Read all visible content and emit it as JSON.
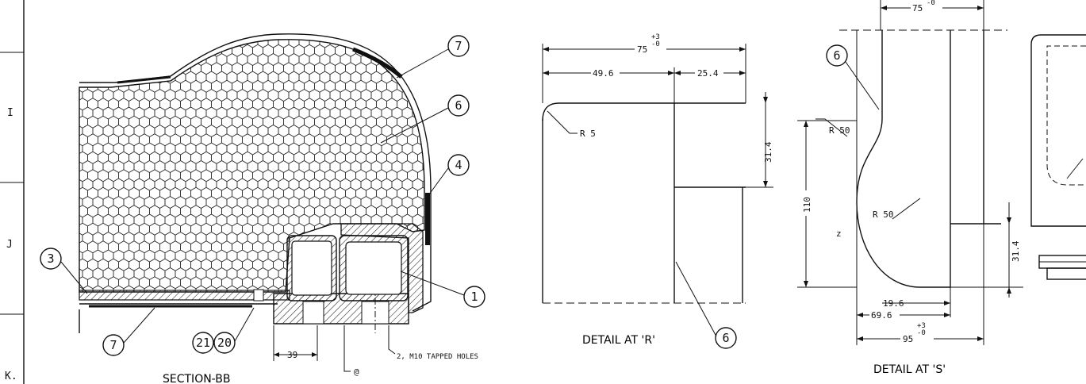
{
  "margin_zones": [
    "I",
    "J",
    "K."
  ],
  "section_bb": {
    "caption": "SECTION-BB",
    "callouts": [
      "7",
      "6",
      "4",
      "3",
      "1",
      "7",
      "21",
      "20"
    ],
    "dim_39": "39",
    "tapped_holes_note": "2, M10 TAPPED HOLES",
    "at_symbol": "@"
  },
  "detail_r": {
    "caption": "DETAIL AT 'R'",
    "dim_overall": "75",
    "tol_plus": "+3",
    "tol_minus": "-0",
    "dim_left": "49.6",
    "dim_right": "25.4",
    "dim_height": "31.4",
    "radius": "R 5",
    "callout": "6"
  },
  "detail_s": {
    "caption": "DETAIL AT 'S'",
    "dim_top": "75",
    "tol_top": "-0",
    "callout": "6",
    "radius_upper": "R 50",
    "radius_lower": "R 50",
    "dim_110": "110",
    "dim_31_4": "31.4",
    "dim_19_6": "19.6",
    "dim_69_6": "69.6",
    "dim_95": "95",
    "tol_plus": "+3",
    "tol_minus": "-0",
    "mark_z": "z"
  }
}
